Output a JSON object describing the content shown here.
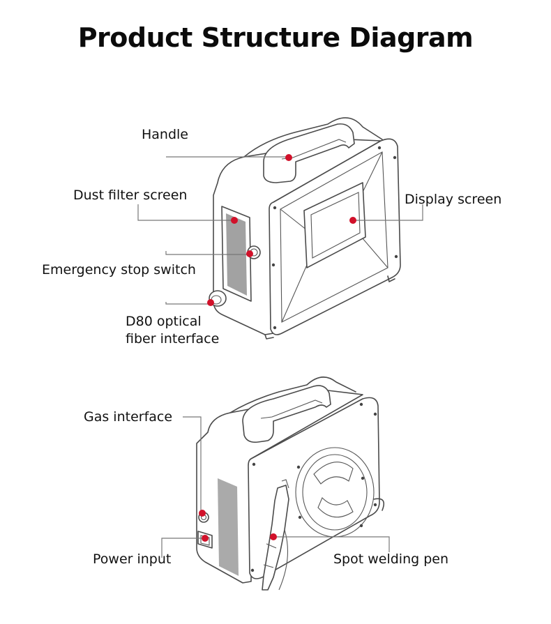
{
  "title": "Product Structure Diagram",
  "labels": {
    "handle": "Handle",
    "dust_filter": "Dust filter screen",
    "emergency_stop": "Emergency stop switch",
    "d80_line1": "D80 optical",
    "d80_line2": "fiber interface",
    "display": "Display screen",
    "gas": "Gas interface",
    "power": "Power input",
    "spot_pen": "Spot welding pen"
  },
  "colors": {
    "marker": "#d1112a",
    "outline": "#4a4a4a",
    "leader": "#777777"
  }
}
